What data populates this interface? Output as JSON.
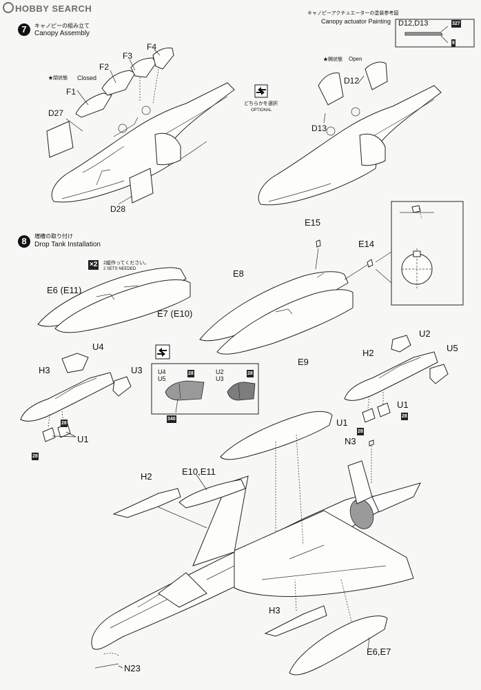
{
  "watermark": {
    "logo_text": "HOBBY SEARCH"
  },
  "step7": {
    "number": "7",
    "title_jp": "キャノピーの組み立て",
    "title_en": "Canopy Assembly",
    "closed_label_jp": "★閉状態",
    "closed_label_en": "Closed",
    "open_label_jp": "★開状態",
    "open_label_en": "Open",
    "optional_jp": "どちらかを選択",
    "optional_en": "OPTIONAL",
    "parts": {
      "f1": "F1",
      "f2": "F2",
      "f3": "F3",
      "f4": "F4",
      "d27": "D27",
      "d28": "D28",
      "d12": "D12",
      "d13": "D13"
    }
  },
  "actuator": {
    "title_jp": "キャノピーアクチュエーターの塗装参考図",
    "title_en": "Canopy actuator Painting",
    "parts": "D12,D13",
    "paint_top": "327",
    "paint_bottom": "8"
  },
  "step8": {
    "number": "8",
    "title_jp": "増槽の取り付け",
    "title_en": "Drop Tank Installation",
    "qty": "×2",
    "qty_jp": "2組作ってください。",
    "qty_en": "2 SETS NEEDED",
    "parts": {
      "e6e11": "E6 (E11)",
      "e7e10": "E7 (E10)",
      "e8": "E8",
      "e9": "E9",
      "e14": "E14",
      "e15": "E15",
      "u4": "U4",
      "u3": "U3",
      "h3": "H3",
      "u1": "U1",
      "u2": "U2",
      "u5": "U5",
      "h2": "H2",
      "n3": "N3",
      "e10e11": "E10,E11",
      "n23": "N23",
      "e6e7": "E6,E7"
    },
    "paint_badges": [
      "28",
      "28",
      "28",
      "28",
      "28",
      "28",
      "340"
    ],
    "variant_box": {
      "left_parts_1": "U4",
      "left_parts_2": "U5",
      "right_parts_1": "U2",
      "right_parts_2": "U3"
    }
  }
}
